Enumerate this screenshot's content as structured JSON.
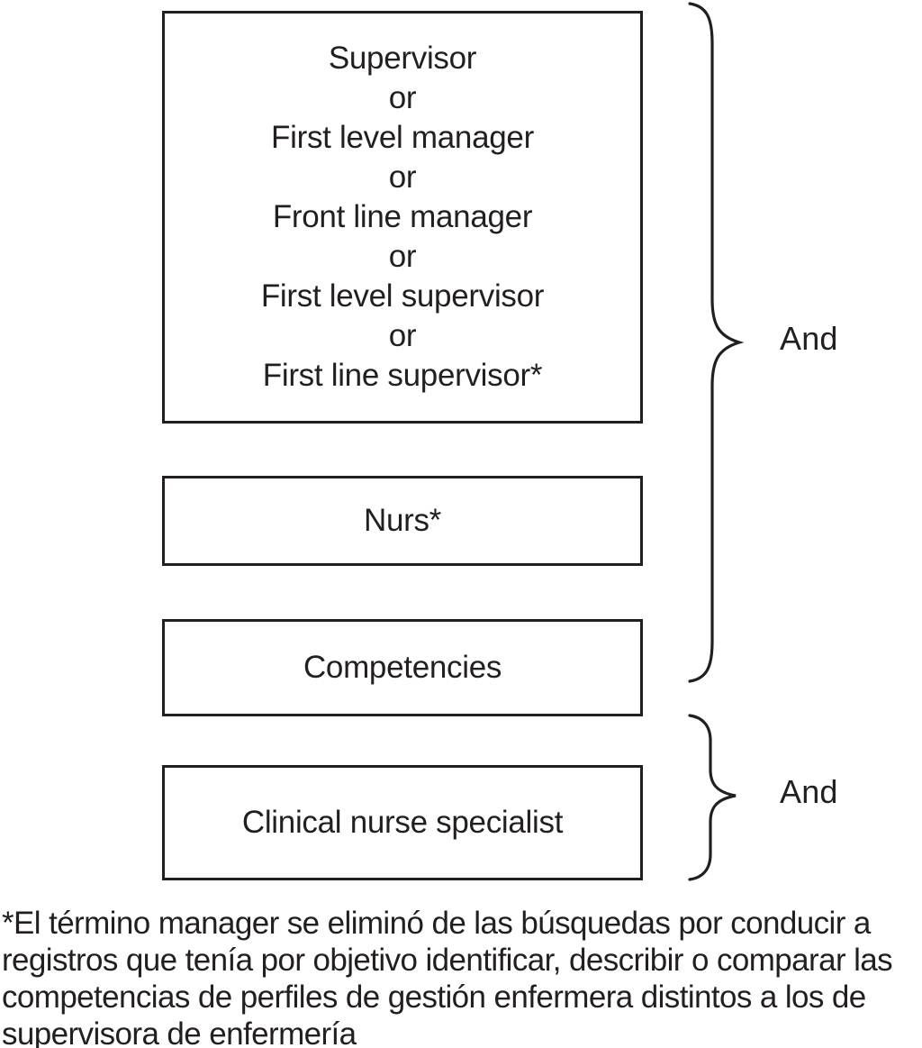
{
  "figure": {
    "term_boxes": [
      {
        "lines": [
          "Supervisor",
          "or",
          "First level manager",
          "or",
          "Front line manager",
          "or",
          "First level supervisor",
          "or",
          "First line supervisor*"
        ]
      },
      {
        "label": "Nurs*"
      },
      {
        "label": "Competencies"
      },
      {
        "label": "Clinical nurse specialist"
      }
    ],
    "operators": [
      {
        "label": "And"
      },
      {
        "label": "And"
      }
    ],
    "footnote": {
      "lines": [
        "*El término manager se eliminó de las búsquedas por conducir a",
        "registros que tenía por objetivo identificar, describir o comparar las",
        "competencias de perfiles de gestión enfermera distintos a los de",
        "supervisora de enfermería"
      ]
    },
    "colors": {
      "ink": "#231f20",
      "background": "#ffffff"
    }
  }
}
